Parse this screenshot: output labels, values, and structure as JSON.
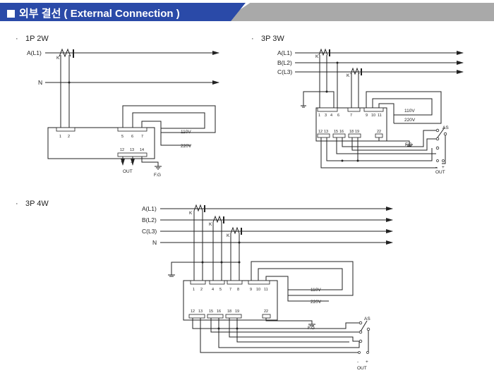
{
  "header": {
    "title": "외부 결선 ( External Connection )"
  },
  "diagram_1p2w": {
    "section_label": "1P 2W",
    "lines": [
      "A(L1)",
      "N"
    ],
    "coil_label": "K",
    "terminals_top": [
      "1",
      "2"
    ],
    "terminals_right": [
      "5",
      "6",
      "7"
    ],
    "terminals_bottom": [
      "12",
      "13",
      "14"
    ],
    "voltages": [
      "110V",
      "220V"
    ],
    "output_label": "OUT",
    "ground_label": "F.G",
    "polarity": [
      "+",
      "-"
    ]
  },
  "diagram_3p3w": {
    "section_label": "3P 3W",
    "lines": [
      "A(L1)",
      "B(L2)",
      "C(L3)"
    ],
    "coil_label": "K",
    "terminals_top": [
      "1",
      "3",
      "4",
      "6",
      "7",
      "9",
      "10",
      "11"
    ],
    "terminals_bottom": [
      "12",
      "13",
      "15",
      "16",
      "18",
      "19",
      "22"
    ],
    "voltages": [
      "110V",
      "220V"
    ],
    "switch_label": "AS",
    "output_label": "OUT",
    "ground_label": "F.G",
    "polarity": [
      "-",
      "+"
    ]
  },
  "diagram_3p4w": {
    "section_label": "3P 4W",
    "lines": [
      "A(L1)",
      "B(L2)",
      "C(L3)",
      "N"
    ],
    "coil_label": "K",
    "terminals_top": [
      "1",
      "2",
      "4",
      "5",
      "7",
      "8",
      "9",
      "10",
      "11"
    ],
    "terminals_bottom": [
      "12",
      "13",
      "15",
      "16",
      "18",
      "19",
      "22"
    ],
    "voltages": [
      "110V",
      "220V"
    ],
    "switch_label": "AS",
    "output_label": "OUT",
    "ground_label": "F.G",
    "polarity": [
      "-",
      "+"
    ]
  }
}
